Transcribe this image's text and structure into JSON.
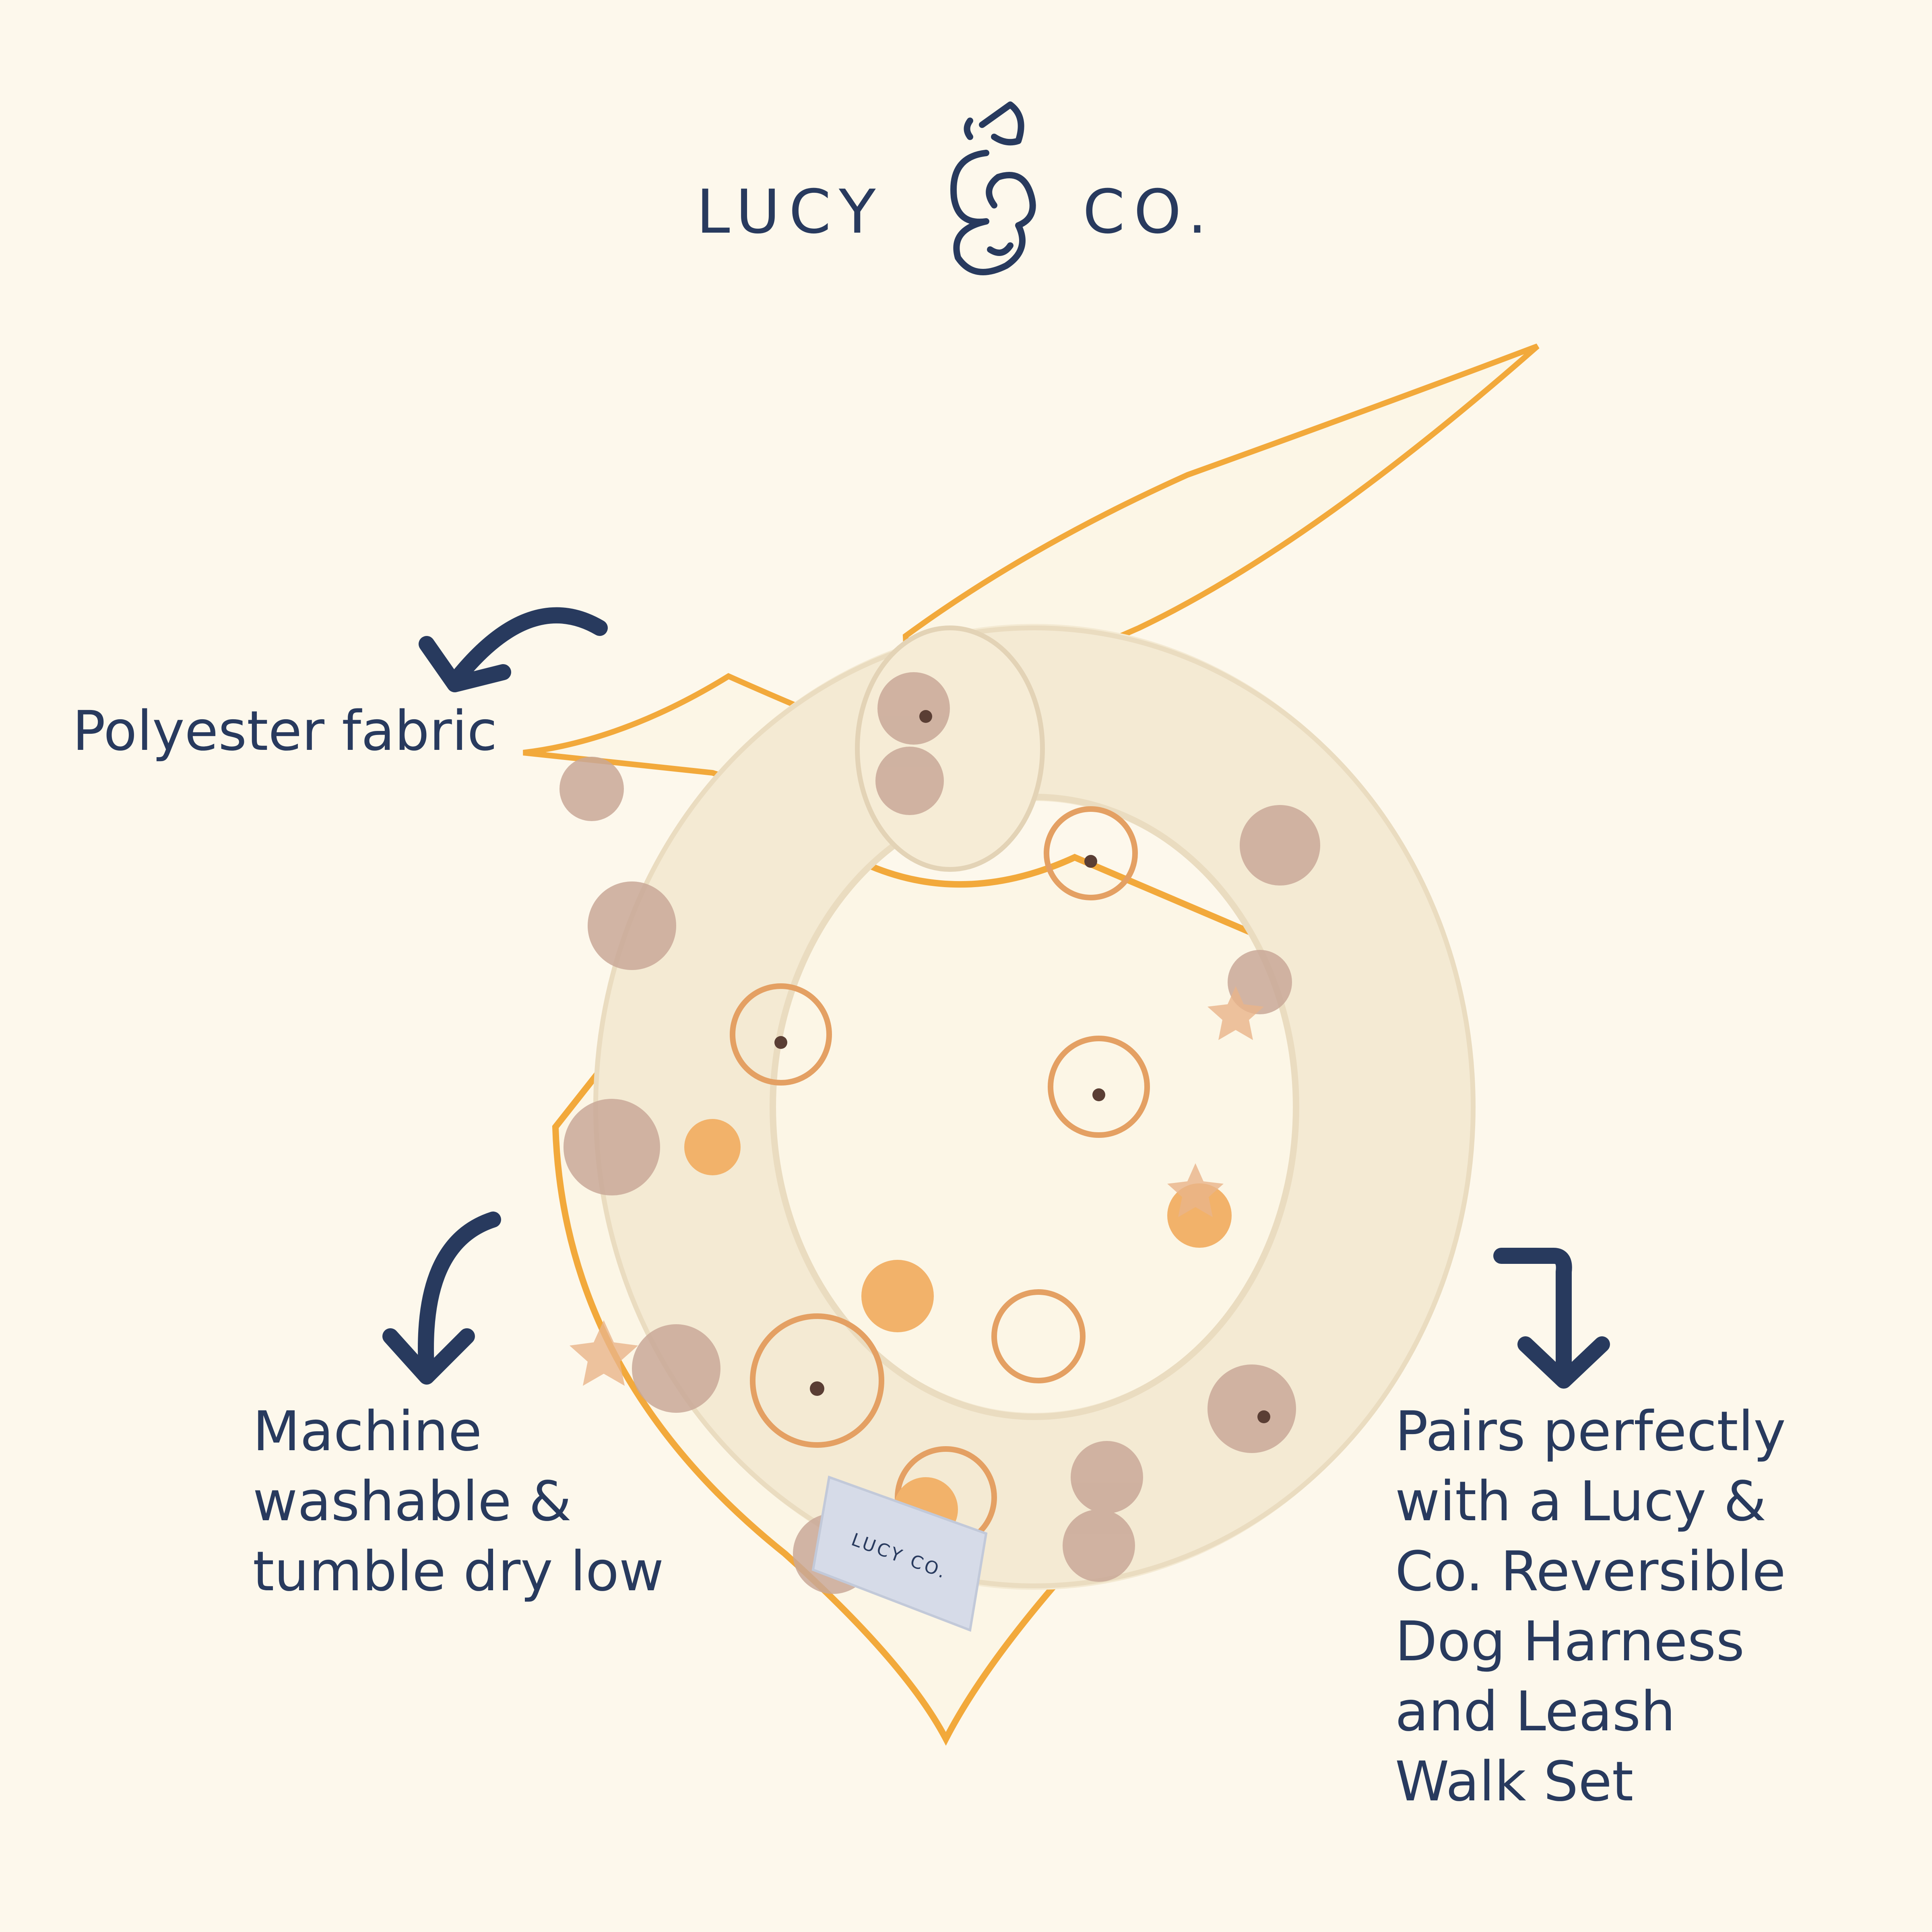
{
  "brand": {
    "left_word": "LUCY",
    "right_word": "CO.",
    "logo_icon": "dog-ampersand-icon",
    "label_text": "LUCY CO."
  },
  "product": {
    "image": "bear-print-bandana"
  },
  "features": [
    {
      "text": "Polyester fabric",
      "arrow": "curved-arrow-icon"
    },
    {
      "text": "Machine\nwashable &\ntumble dry low",
      "arrow": "curved-arrow-down-icon"
    },
    {
      "text": "Pairs perfectly\nwith a Lucy &\nCo. Reversible\nDog Harness\nand Leash\nWalk Set",
      "arrow": "hooked-arrow-down-icon"
    }
  ],
  "colors": {
    "background": "#fdf8ec",
    "text": "#283a5e",
    "trim": "#f2a93b",
    "fabric": "#fcf6e6",
    "bear": "#c9a898"
  }
}
